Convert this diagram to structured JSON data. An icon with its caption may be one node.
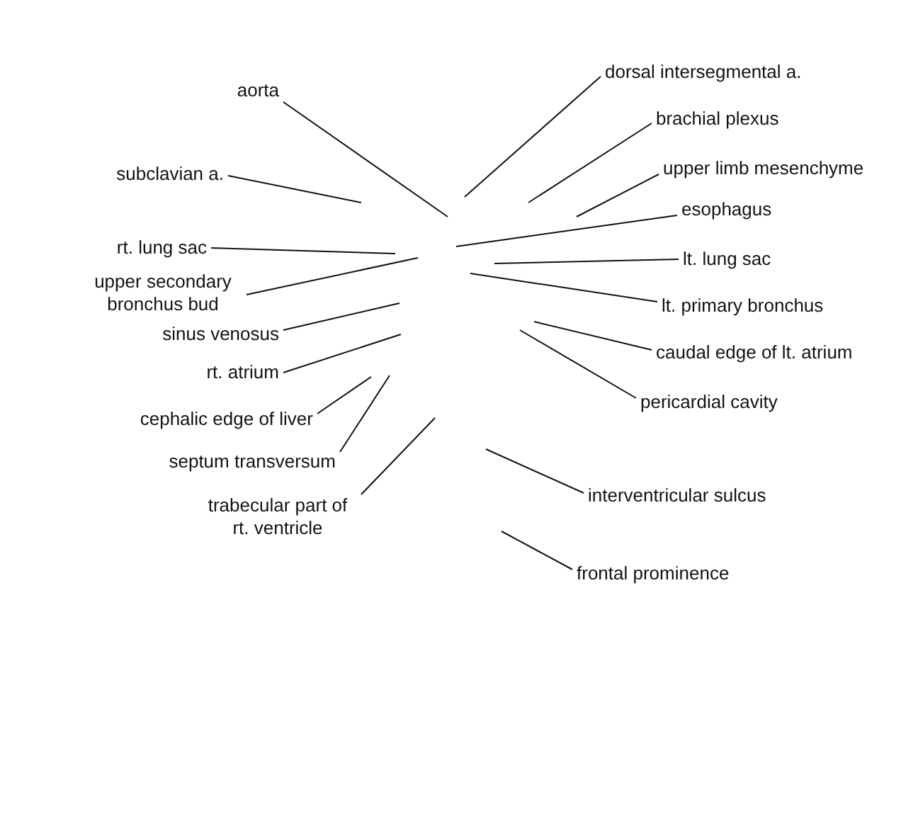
{
  "diagram": {
    "nodes": [
      {
        "text": [
          "dorsal intersegmental a."
        ]
      },
      {
        "text": [
          "aorta"
        ]
      },
      {
        "text": [
          "brachial plexus"
        ]
      },
      {
        "text": [
          "upper limb mesenchyme"
        ]
      },
      {
        "text": [
          "subclavian a."
        ]
      },
      {
        "text": [
          "esophagus"
        ]
      },
      {
        "text": [
          "rt. lung sac"
        ]
      },
      {
        "text": [
          "lt. lung sac"
        ]
      },
      {
        "text": [
          "upper secondary bronchus bud"
        ]
      },
      {
        "text": [
          "lt. primary bronchus"
        ]
      },
      {
        "text": [
          "sinus venosus"
        ]
      },
      {
        "text": [
          "caudal edge of lt. atrium"
        ]
      },
      {
        "text": [
          "rt. atrium"
        ]
      },
      {
        "text": [
          "pericardial cavity"
        ]
      },
      {
        "text": [
          "cephalic edge of liver"
        ]
      },
      {
        "text": [
          "septum transversum"
        ]
      },
      {
        "text": [
          "interventricular sulcus"
        ]
      },
      {
        "text": [
          "trabecular part of rt. ventricle"
        ]
      },
      {
        "text": [
          "frontal prominence"
        ]
      }
    ],
    "edges": [
      {
        "from": 0,
        "to": null,
        "arrow": "none"
      },
      {
        "from": 1,
        "to": null,
        "arrow": "none"
      },
      {
        "from": 2,
        "to": null,
        "arrow": "none"
      },
      {
        "from": 3,
        "to": null,
        "arrow": "none"
      },
      {
        "from": 4,
        "to": null,
        "arrow": "none"
      },
      {
        "from": 5,
        "to": null,
        "arrow": "none"
      },
      {
        "from": 6,
        "to": null,
        "arrow": "none"
      },
      {
        "from": 7,
        "to": null,
        "arrow": "none"
      },
      {
        "from": 8,
        "to": null,
        "arrow": "none"
      },
      {
        "from": 9,
        "to": null,
        "arrow": "none"
      },
      {
        "from": 10,
        "to": null,
        "arrow": "none"
      },
      {
        "from": 11,
        "to": null,
        "arrow": "none"
      },
      {
        "from": 12,
        "to": null,
        "arrow": "none"
      },
      {
        "from": 13,
        "to": null,
        "arrow": "none"
      },
      {
        "from": 14,
        "to": null,
        "arrow": "none"
      },
      {
        "from": 15,
        "to": null,
        "arrow": "none"
      },
      {
        "from": 16,
        "to": null,
        "arrow": "none"
      },
      {
        "from": 17,
        "to": null,
        "arrow": "none"
      },
      {
        "from": 18,
        "to": null,
        "arrow": "none"
      }
    ]
  }
}
